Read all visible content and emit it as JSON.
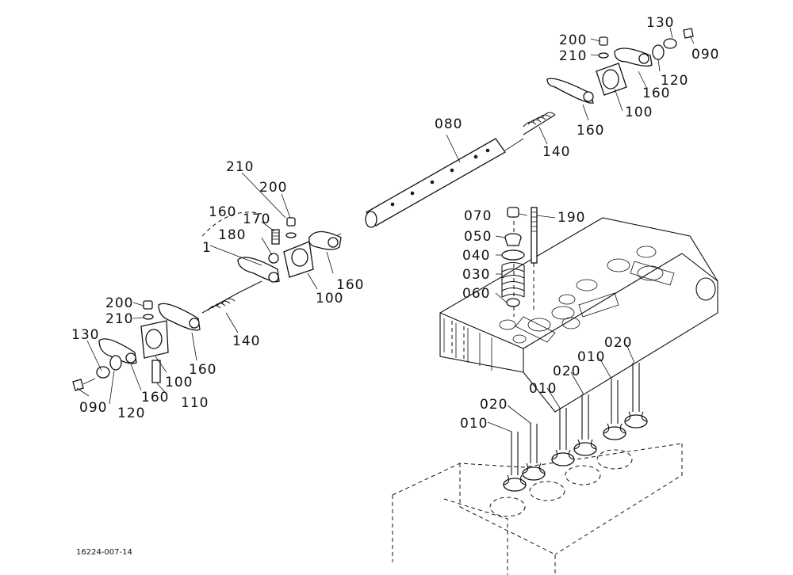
{
  "diagram": {
    "figure_code": "16224-007-14",
    "labels": {
      "p200_r": "200",
      "p210_r": "210",
      "p130_r": "130",
      "p090_r": "090",
      "p120_r": "120",
      "p160_r1": "160",
      "p100_r": "100",
      "p160_r2": "160",
      "p140_r": "140",
      "p080": "080",
      "p210_m": "210",
      "p200_m": "200",
      "p160_m1": "160",
      "p170": "170",
      "p180": "180",
      "p1": "1",
      "p160_m2": "160",
      "p100_m": "100",
      "p200_l": "200",
      "p210_l": "210",
      "p140_l": "140",
      "p130_l": "130",
      "p100_l": "100",
      "p160_l1": "160",
      "p090_l": "090",
      "p120_l": "120",
      "p160_l2": "160",
      "p110": "110",
      "p070": "070",
      "p190": "190",
      "p050": "050",
      "p040": "040",
      "p030": "030",
      "p060": "060",
      "p010_a": "010",
      "p020_a": "020",
      "p010_b": "010",
      "p020_b": "020",
      "p010_c": "010",
      "p020_c": "020"
    }
  }
}
